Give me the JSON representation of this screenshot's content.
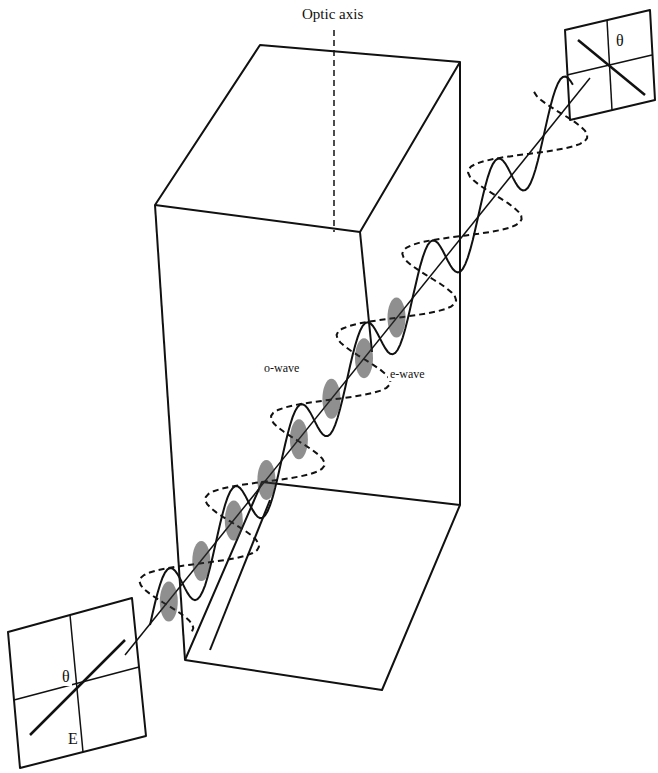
{
  "diagram": {
    "labels": [
      "Optic axis",
      "o-wave",
      "e-wave",
      "θ",
      "E",
      "θ"
    ]
  }
}
